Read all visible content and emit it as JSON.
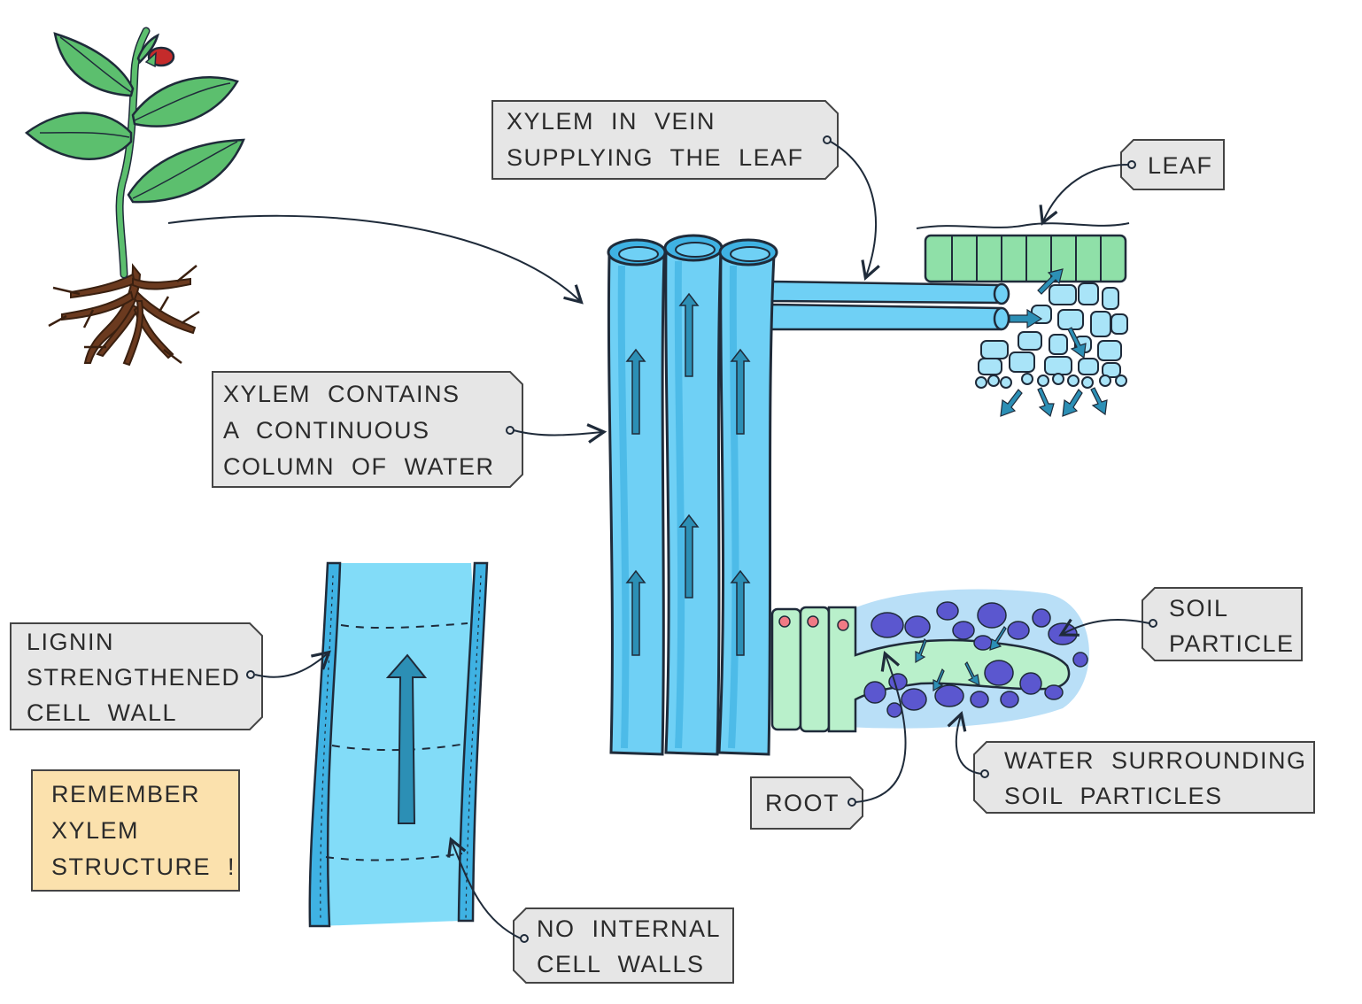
{
  "colors": {
    "xylem_fill": "#6fd0f5",
    "xylem_dark": "#3fb2e3",
    "outline": "#1f2b3a",
    "arrow": "#2c8fb5",
    "leaf_green": "#5cbf6e",
    "root_brown": "#6b3a1f",
    "soil_purple": "#5b57cf",
    "water_halo": "#b9dff7",
    "label_bg": "#e6e6e6",
    "note_bg": "#fbe1ad"
  },
  "labels": {
    "vein_line1": "XYLEM IN VEIN",
    "vein_line2": "SUPPLYING THE LEAF",
    "leaf": "LEAF",
    "column_line1": "XYLEM CONTAINS",
    "column_line2": "A CONTINUOUS",
    "column_line3": "COLUMN OF WATER",
    "lignin_line1": "LIGNIN",
    "lignin_line2": "STRENGTHENED",
    "lignin_line3": "CELL WALL",
    "note_line1": "REMEMBER",
    "note_line2": "XYLEM",
    "note_line3": "STRUCTURE !",
    "nowalls_line1": "NO INTERNAL",
    "nowalls_line2": "CELL WALLS",
    "root": "ROOT",
    "water_line1": "WATER SURROUNDING",
    "water_line2": "SOIL PARTICLES",
    "soil_line1": "SOIL",
    "soil_line2": "PARTICLE"
  },
  "icons": {
    "plant": "plant-with-roots-icon",
    "leaf_cells": "leaf-cross-section-icon",
    "root_hair": "root-hair-cell-icon"
  }
}
